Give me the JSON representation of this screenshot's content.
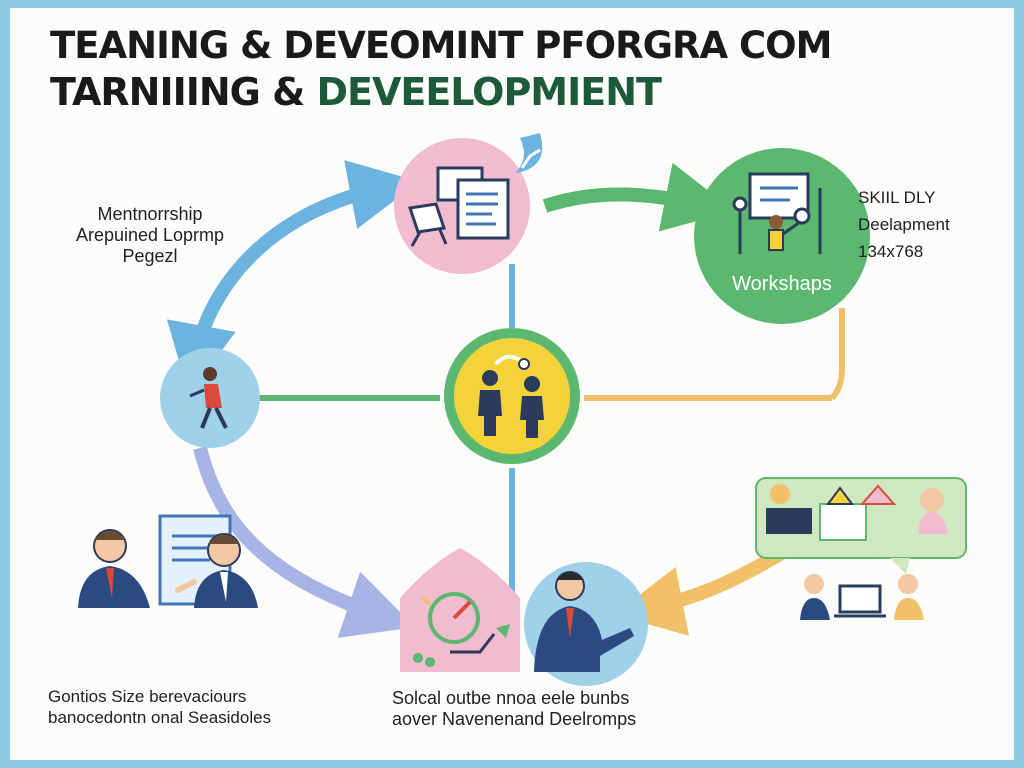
{
  "title": {
    "line1": "TEANING & DEVEOMINT PFORGRA COM",
    "line2_prefix": "TARNIIING & ",
    "line2_accent": "DEVEELOPMIENT"
  },
  "labels": {
    "mentorship": [
      "Mentnorrship",
      "Arepuined Loprmp",
      "Pegezl"
    ],
    "skill": [
      "SKIIL DLY",
      "Deelapment",
      "134x768"
    ],
    "bottom_left": [
      "Gontios Size berevaciours",
      "banocedontn onal Seasidoles"
    ],
    "bottom_center": [
      "Solcal outbe nnoa eele bunbs",
      "aover Navenenand Deelromps"
    ]
  },
  "nodes": {
    "workshops": "Workshaps"
  },
  "icons": {
    "top": "documents-computer-icon",
    "right": "workshop-presenter-icon",
    "center": "team-collaboration-icon",
    "left": "person-walking-icon",
    "bottom": "presenter-speaking-icon",
    "bottom_left": "mentors-handshake-icon",
    "bottom_right": "online-learning-icon",
    "growth": "growth-gauge-icon"
  },
  "colors": {
    "frame": "#8ccbe3",
    "title_accent": "#1d5a3a",
    "pink": "#f2bcd0",
    "green": "#5cb870",
    "yellow": "#f4d33a",
    "light_blue": "#9fd1ea",
    "arrow_blue": "#6cb4df",
    "arrow_green": "#5cb870",
    "arrow_orange": "#f3c06a",
    "arrow_purple": "#a9b4e6"
  }
}
